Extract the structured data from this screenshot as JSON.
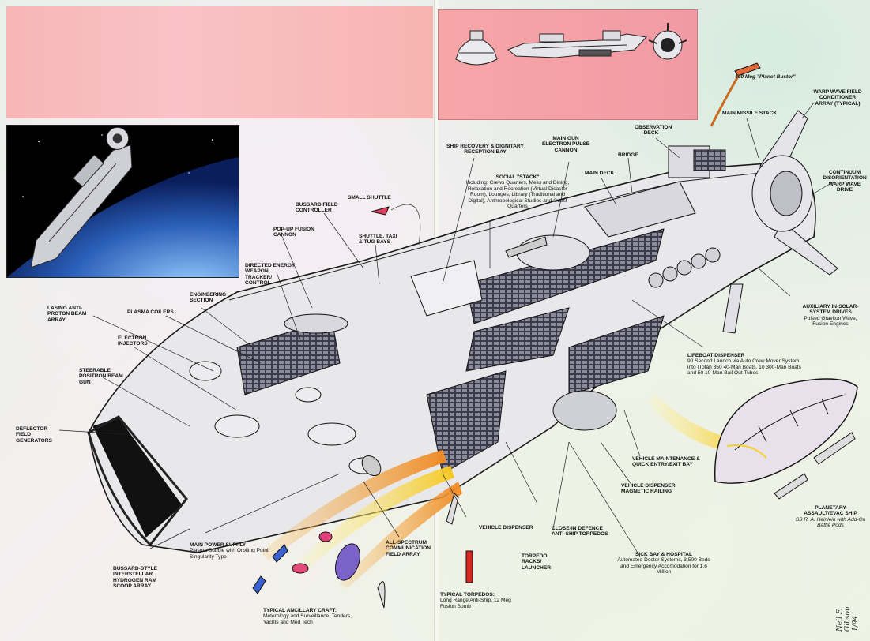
{
  "labels": {
    "planet_buster": "400 Meg \"Planet Buster\"",
    "warp_field": "WARP WAVE FIELD CONDITIONER ARRAY (TYPICAL)",
    "main_missile": "MAIN MISSILE STACK",
    "observation": "OBSERVATION DECK",
    "bridge": "BRIDGE",
    "continuum": "CONTINUUM DISORIENTATION WARP WAVE DRIVE",
    "main_deck": "MAIN DECK",
    "main_gun": "MAIN GUN ELECTRON PULSE CANNON",
    "ship_recovery": "SHIP RECOVERY & DIGNITARY RECEPTION BAY",
    "social_stack_title": "SOCIAL \"STACK\"",
    "social_stack_body": "Including: Crews Quarters, Mess and Dining, Relaxation and Recreation (Virtual Disaster Room), Lounges, Library (Traditional and Digital), Anthropological Studies and Guest Quarters",
    "small_shuttle": "SMALL SHUTTLE",
    "bussard_ctrl": "BUSSARD FIELD CONTROLLER",
    "shuttle_bays": "SHUTTLE, TAXI & TUG BAYS",
    "popup_fusion": "POP-UP FUSION CANNON",
    "directed_energy": "DIRECTED ENERGY WEAPON TRACKER/ CONTROL",
    "engineering": "ENGINEERING SECTION",
    "lasing": "LASING ANTI-PROTON BEAM ARRAY",
    "plasma_coilers": "PLASMA COILERS",
    "electron_injectors": "ELECTRON INJECTORS",
    "steerable": "STEERABLE POSITRON BEAM GUN",
    "deflector": "DEFLECTOR FIELD GENERATORS",
    "aux_drives_title": "AUXILIARY IN-SOLAR-SYSTEM DRIVES",
    "aux_drives_body": "Pulsed Graviton Wave, Fusion Engines",
    "lifeboat_title": "LIFEBOAT DISPENSER",
    "lifeboat_body": "90 Second Launch via Auto Crew Mover System into (Total) 350 40-Man Boats, 10 300-Man Boats and 50 10-Man Bail Out Tubes",
    "vehicle_maint": "VEHICLE MAINTENANCE & QUICK ENTRY/EXIT BAY",
    "vehicle_disp_rail": "VEHICLE DISPENSER MAGNETIC RAILING",
    "planetary_title": "PLANETARY ASSAULT/EVAC SHIP",
    "planetary_body": "SS R. A. Heinlein with Add-On Battle Pods",
    "vehicle_disp": "VEHICLE DISPENSER",
    "close_in": "CLOSE-IN DEFENCE ANTI-SHIP TORPEDOS",
    "sick_bay_title": "SICK BAY & HOSPITAL",
    "sick_bay_body": "Automated Doctor Systems, 3,500 Beds and Emergency Accomodation for 1.6 Million",
    "torpedo_racks": "TORPEDO RACKS/ LAUNCHER",
    "main_power_title": "MAIN POWER SUPPLY",
    "main_power_body": "Plasma Bubble with Orbiting Point Singularity Type",
    "all_spectrum": "ALL-SPECTRUM COMMUNICATION FIELD ARRAY",
    "bussard_scoop": "BUSSARD-STYLE INTERSTELLAR HYDROGEN RAM SCOOP ARRAY",
    "typical_torp_title": "TYPICAL TORPEDOS:",
    "typical_torp_body": "Long Range Anti-Ship, 12 Meg Fusion Bomb",
    "ancillary_title": "TYPICAL ANCILLARY CRAFT:",
    "ancillary_body": "Meterology and Surveillance, Tenders, Yachts and Med Tech"
  },
  "signature": "Neil F. Gibson 1/94",
  "colors": {
    "title_band": "#f7b6b6",
    "hull": "#e8e8ea",
    "deck_grid": "#3a3a48",
    "flame_yellow": "#f5d22a",
    "flame_orange": "#f29a2e",
    "torpedo_red": "#d8261f",
    "earth_blue": "#2a5fb8"
  }
}
